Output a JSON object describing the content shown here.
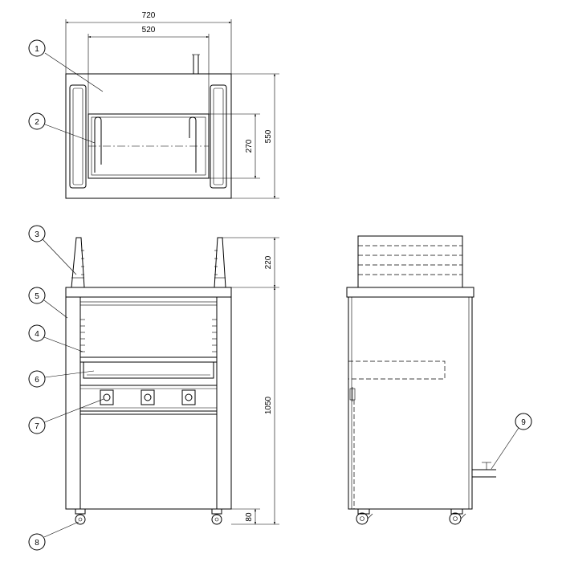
{
  "dimensions": {
    "overall_width": "720",
    "inner_width": "520",
    "depth": "550",
    "rack_depth": "270",
    "rail_height": "220",
    "body_height": "1050",
    "foot_height": "80"
  },
  "balloons": [
    "1",
    "2",
    "3",
    "4",
    "5",
    "6",
    "7",
    "8",
    "9"
  ]
}
